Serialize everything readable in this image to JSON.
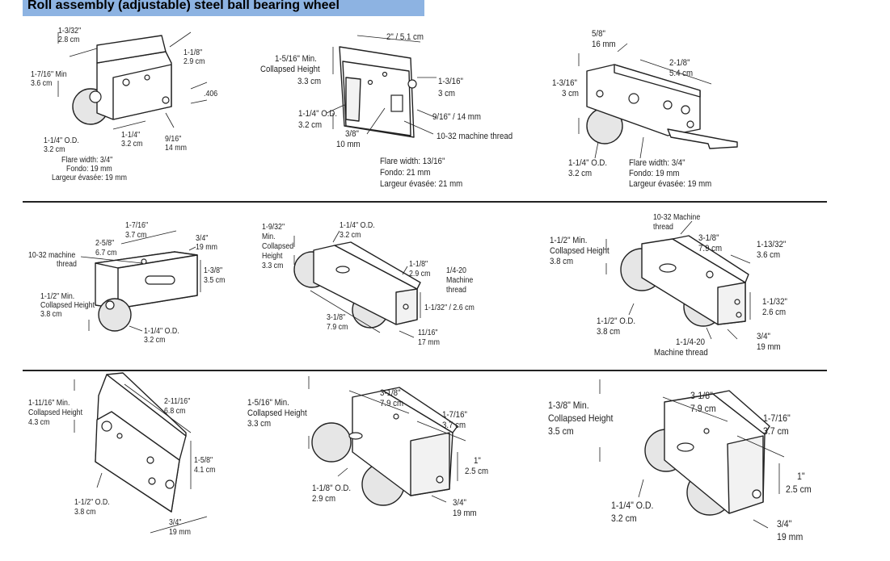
{
  "header": {
    "title": "Roll assembly (adjustable) steel ball bearing wheel"
  },
  "diagrams": [
    {
      "labels": [
        "1-3/32\"",
        "2.8 cm",
        "1-1/8\"",
        "2.9 cm",
        ".406",
        "1-7/16\" Min",
        "3.6 cm",
        "1-1/4\" O.D.",
        "3.2 cm",
        "1-1/4\"",
        "3.2 cm",
        "9/16\"",
        "14 mm",
        "Flare width: 3/4\"",
        "Fondo: 19 mm",
        "Largeur évasée: 19 mm"
      ]
    },
    {
      "labels": [
        "2\" / 5.1 cm",
        "1-5/16\" Min.",
        "Collapsed Height",
        "3.3 cm",
        "1-3/16\"",
        "3 cm",
        "9/16\" / 14 mm",
        "1-1/4\" O.D.",
        "3.2 cm",
        "10-32 machine thread",
        "3/8\"",
        "10 mm",
        "Flare width: 13/16\"",
        "Fondo: 21 mm",
        "Largeur évasée: 21 mm"
      ]
    },
    {
      "labels": [
        "5/8\"",
        "16 mm",
        "2-1/8\"",
        "5.4 cm",
        "1-3/16\"",
        "3 cm",
        "1-1/4\" O.D.",
        "3.2 cm",
        "Flare width: 3/4\"",
        "Fondo: 19 mm",
        "Largeur évasée: 19 mm"
      ]
    },
    {
      "labels": [
        "1-7/16\"",
        "3.7 cm",
        "2-5/8\"",
        "6.7 cm",
        "3/4\"",
        "19 mm",
        "10-32 machine",
        "thread",
        "1-3/8\"",
        "3.5 cm",
        "1-1/2\" Min.",
        "Collapsed Height",
        "3.8 cm",
        "1-1/4\" O.D.",
        "3.2 cm"
      ]
    },
    {
      "labels": [
        "1-9/32\"",
        "Min.",
        "Collapsed",
        "Height",
        "3.3 cm",
        "1-1/4\" O.D.",
        "3.2 cm",
        "1-1/8\"",
        "2.9 cm",
        "1/4-20",
        "Machine",
        "thread",
        "1-1/32\" / 2.6 cm",
        "3-1/8\"",
        "7.9 cm",
        "11/16\"",
        "17 mm"
      ]
    },
    {
      "labels": [
        "10-32 Machine",
        "thread",
        "1-1/2\" Min.",
        "Collapsed Height",
        "3.8 cm",
        "3-1/8\"",
        "7.9 cm",
        "1-13/32\"",
        "3.6 cm",
        "1-1/32\"",
        "2.6 cm",
        "1-1/2\" O.D.",
        "3.8 cm",
        "1-1/4-20",
        "Machine thread",
        "3/4\"",
        "19 mm"
      ]
    },
    {
      "labels": [
        "1-11/16\" Min.",
        "Collapsed Height",
        "4.3 cm",
        "2-11/16\"",
        "6.8 cm",
        "1-5/8\"",
        "4.1 cm",
        "1-1/2\" O.D.",
        "3.8 cm",
        "3/4\"",
        "19 mm"
      ]
    },
    {
      "labels": [
        "1-5/16\" Min.",
        "Collapsed Height",
        "3.3 cm",
        "3-1/8\"",
        "7.9 cm",
        "1-7/16\"",
        "3.7 cm",
        "1\"",
        "2.5 cm",
        "1-1/8\" O.D.",
        "2.9 cm",
        "3/4\"",
        "19 mm"
      ]
    },
    {
      "labels": [
        "1-3/8\" Min.",
        "Collapsed Height",
        "3.5 cm",
        "3-1/8\"",
        "7.9 cm",
        "1-7/16\"",
        "3.7 cm",
        "1\"",
        "2.5 cm",
        "1-1/4\" O.D.",
        "3.2 cm",
        "3/4\"",
        "19 mm"
      ]
    }
  ]
}
